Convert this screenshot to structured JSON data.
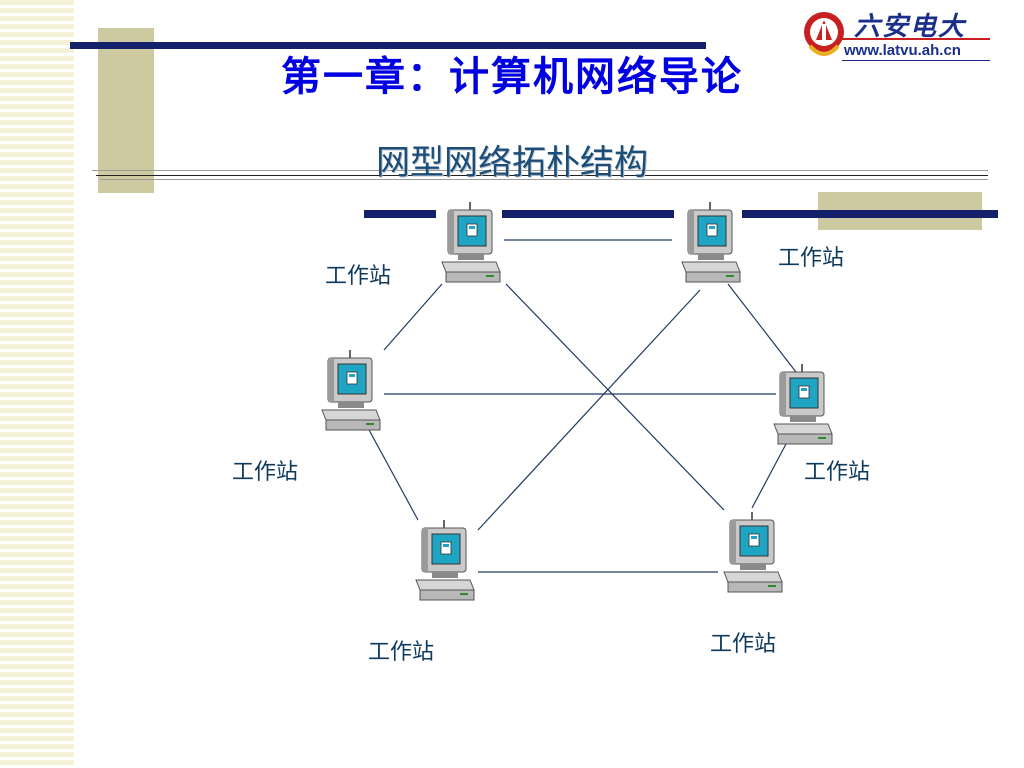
{
  "slide": {
    "title": "第一章：计算机网络导论",
    "subtitle": "网型网络拓朴结构"
  },
  "logo": {
    "name": "六安电大",
    "url": "www.latvu.ah.cn",
    "emblem_color": "#c82020",
    "text_color": "#1a2f8a"
  },
  "colors": {
    "title": "#0000e0",
    "subtitle": "#1b4d78",
    "bar": "#14206a",
    "accent_block": "#cdc9a0",
    "link_line": "#1f3b63"
  },
  "nodes": [
    {
      "id": "top-left",
      "label": "工作站"
    },
    {
      "id": "top-right",
      "label": "工作站"
    },
    {
      "id": "mid-left",
      "label": "工作站"
    },
    {
      "id": "mid-right",
      "label": "工作站"
    },
    {
      "id": "bottom-left",
      "label": "工作站"
    },
    {
      "id": "bottom-right",
      "label": "工作站"
    }
  ],
  "links": [
    [
      "top-left",
      "top-right"
    ],
    [
      "top-left",
      "mid-left"
    ],
    [
      "top-left",
      "bottom-right"
    ],
    [
      "top-right",
      "mid-right"
    ],
    [
      "top-right",
      "bottom-left"
    ],
    [
      "mid-left",
      "mid-right"
    ],
    [
      "mid-left",
      "bottom-left"
    ],
    [
      "mid-right",
      "bottom-right"
    ],
    [
      "bottom-left",
      "bottom-right"
    ]
  ],
  "icon": "workstation-computer-icon"
}
